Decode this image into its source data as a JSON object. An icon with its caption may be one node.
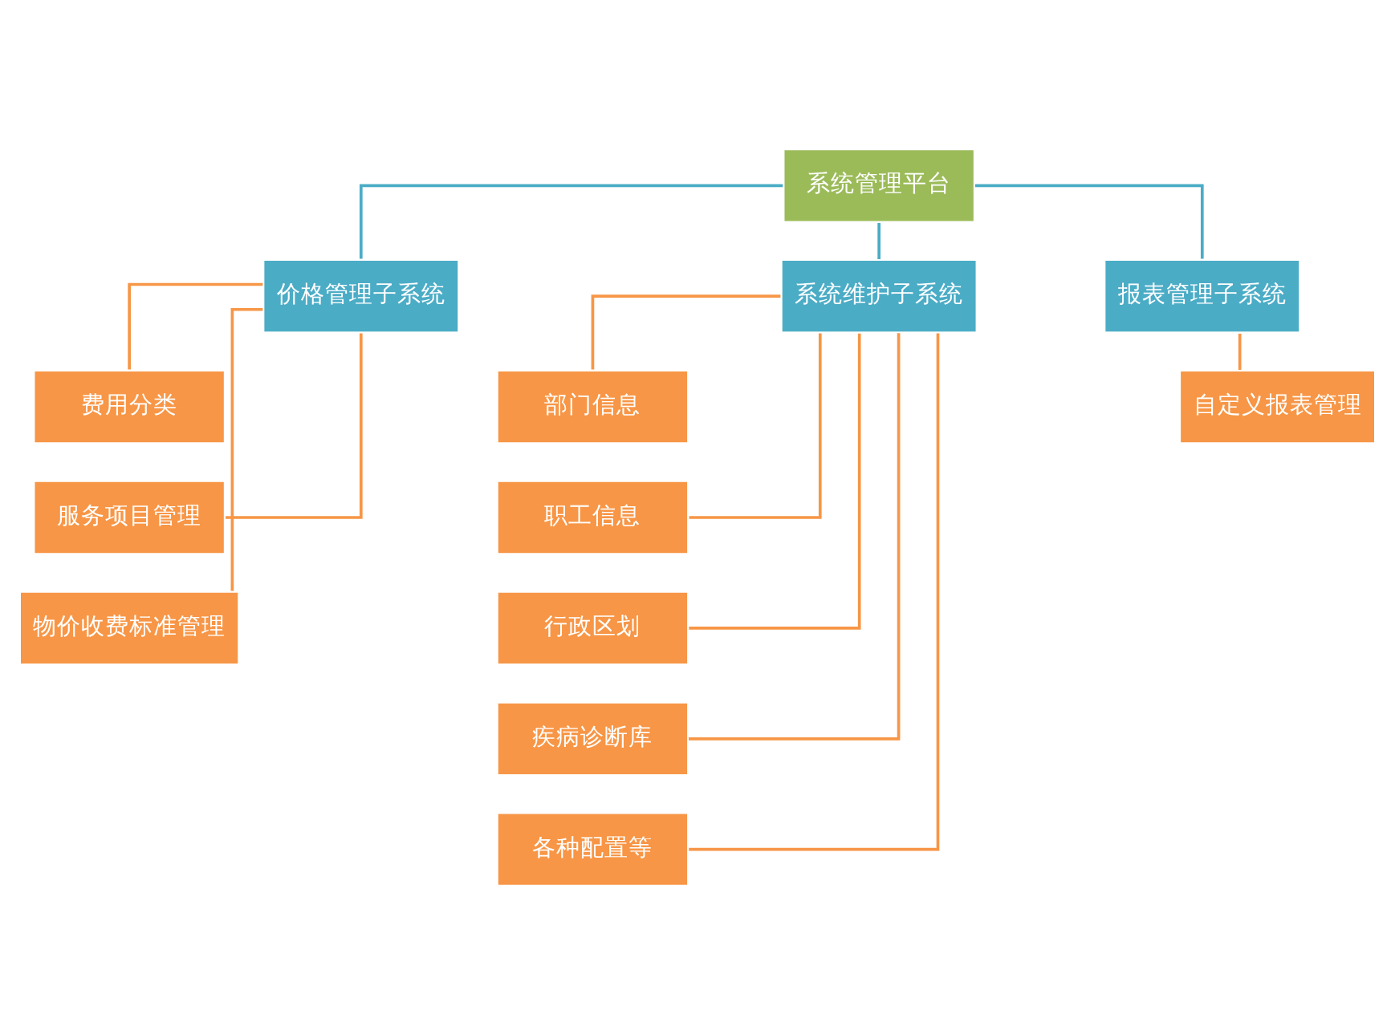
{
  "diagram": {
    "nodes": [
      {
        "text": [
          "系统管理平台"
        ]
      },
      {
        "text": [
          "价格管理子系统"
        ]
      },
      {
        "text": [
          "系统维护子系统"
        ]
      },
      {
        "text": [
          "报表管理子系统"
        ]
      },
      {
        "text": [
          "费用分类"
        ]
      },
      {
        "text": [
          "服务项目管理"
        ]
      },
      {
        "text": [
          "物价收费标准管理"
        ]
      },
      {
        "text": [
          "部门信息"
        ]
      },
      {
        "text": [
          "职工信息"
        ]
      },
      {
        "text": [
          "行政区划"
        ]
      },
      {
        "text": [
          "疾病诊断库"
        ]
      },
      {
        "text": [
          "各种配置等"
        ]
      },
      {
        "text": [
          "自定义报表管理"
        ]
      }
    ],
    "edges": [
      {
        "from": 0,
        "to": 1,
        "arrow": "none",
        "color": "#4bacc6"
      },
      {
        "from": 0,
        "to": 2,
        "arrow": "none",
        "color": "#4bacc6"
      },
      {
        "from": 0,
        "to": 3,
        "arrow": "none",
        "color": "#4bacc6"
      },
      {
        "from": 1,
        "to": 4,
        "arrow": "none"
      },
      {
        "from": 1,
        "to": 5,
        "arrow": "none"
      },
      {
        "from": 1,
        "to": 6,
        "arrow": "none"
      },
      {
        "from": 2,
        "to": 7,
        "arrow": "none"
      },
      {
        "from": 2,
        "to": 8,
        "arrow": "none"
      },
      {
        "from": 2,
        "to": 9,
        "arrow": "none"
      },
      {
        "from": 2,
        "to": 10,
        "arrow": "none"
      },
      {
        "from": 2,
        "to": 11,
        "arrow": "none"
      },
      {
        "from": 3,
        "to": 12,
        "arrow": "none"
      }
    ]
  }
}
